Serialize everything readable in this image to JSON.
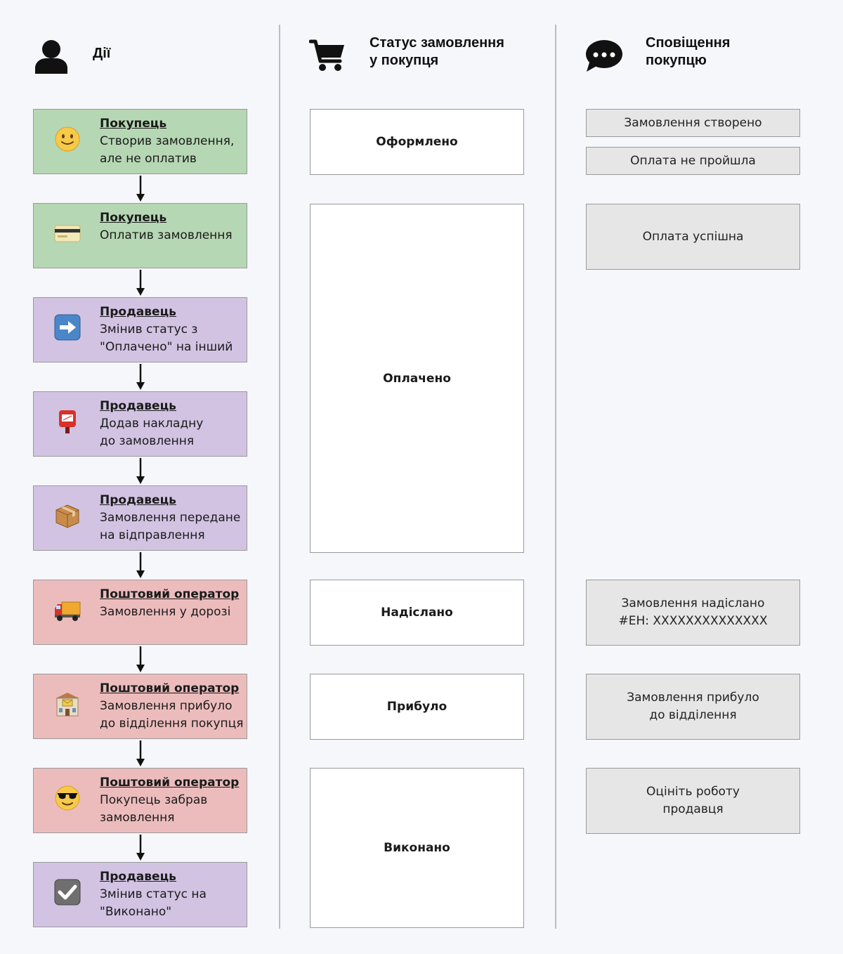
{
  "headers": {
    "actions": "Дії",
    "status": "Статус замовлення\nу покупця",
    "notifications": "Сповіщення\nпокупцю"
  },
  "actions": [
    {
      "actor": "Покупець",
      "desc": "Створив замовлення,\nале не оплатив",
      "icon": "slightly-smiling-face-icon"
    },
    {
      "actor": "Покупець",
      "desc": "Оплатив замовлення",
      "icon": "credit-card-icon"
    },
    {
      "actor": "Продавець",
      "desc": "Змінив статус з\n\"Оплачено\" на інший",
      "icon": "right-arrow-icon"
    },
    {
      "actor": "Продавець",
      "desc": "Додав накладну\nдо замовлення",
      "icon": "postbox-icon"
    },
    {
      "actor": "Продавець",
      "desc": "Замовлення передане\nна відправлення",
      "icon": "package-icon"
    },
    {
      "actor": "Поштовий оператор",
      "desc": "Замовлення у дорозі",
      "icon": "delivery-truck-icon"
    },
    {
      "actor": "Поштовий оператор",
      "desc": "Замовлення прибуло\nдо відділення покупця",
      "icon": "post-office-icon"
    },
    {
      "actor": "Поштовий оператор",
      "desc": "Покупець забрав\nзамовлення",
      "icon": "sunglasses-face-icon"
    },
    {
      "actor": "Продавець",
      "desc": "Змінив статус на\n\"Виконано\"",
      "icon": "check-box-icon"
    }
  ],
  "statuses": [
    "Оформлено",
    "Оплачено",
    "Надіслано",
    "Прибуло",
    "Виконано"
  ],
  "notifications": [
    "Замовлення створено",
    "Оплата не пройшла",
    "Оплата успішна",
    "Замовлення надіслано\n#ЕН: XXXXXXXXXXXXXX",
    "Замовлення прибуло\nдо відділення",
    "Оцініть роботу\nпродавця"
  ],
  "colors": {
    "buyer": "#b6d7b4",
    "seller": "#d2c3e3",
    "postal": "#ecbcbd",
    "notification": "#e6e6e6",
    "background": "#f6f7fb"
  }
}
